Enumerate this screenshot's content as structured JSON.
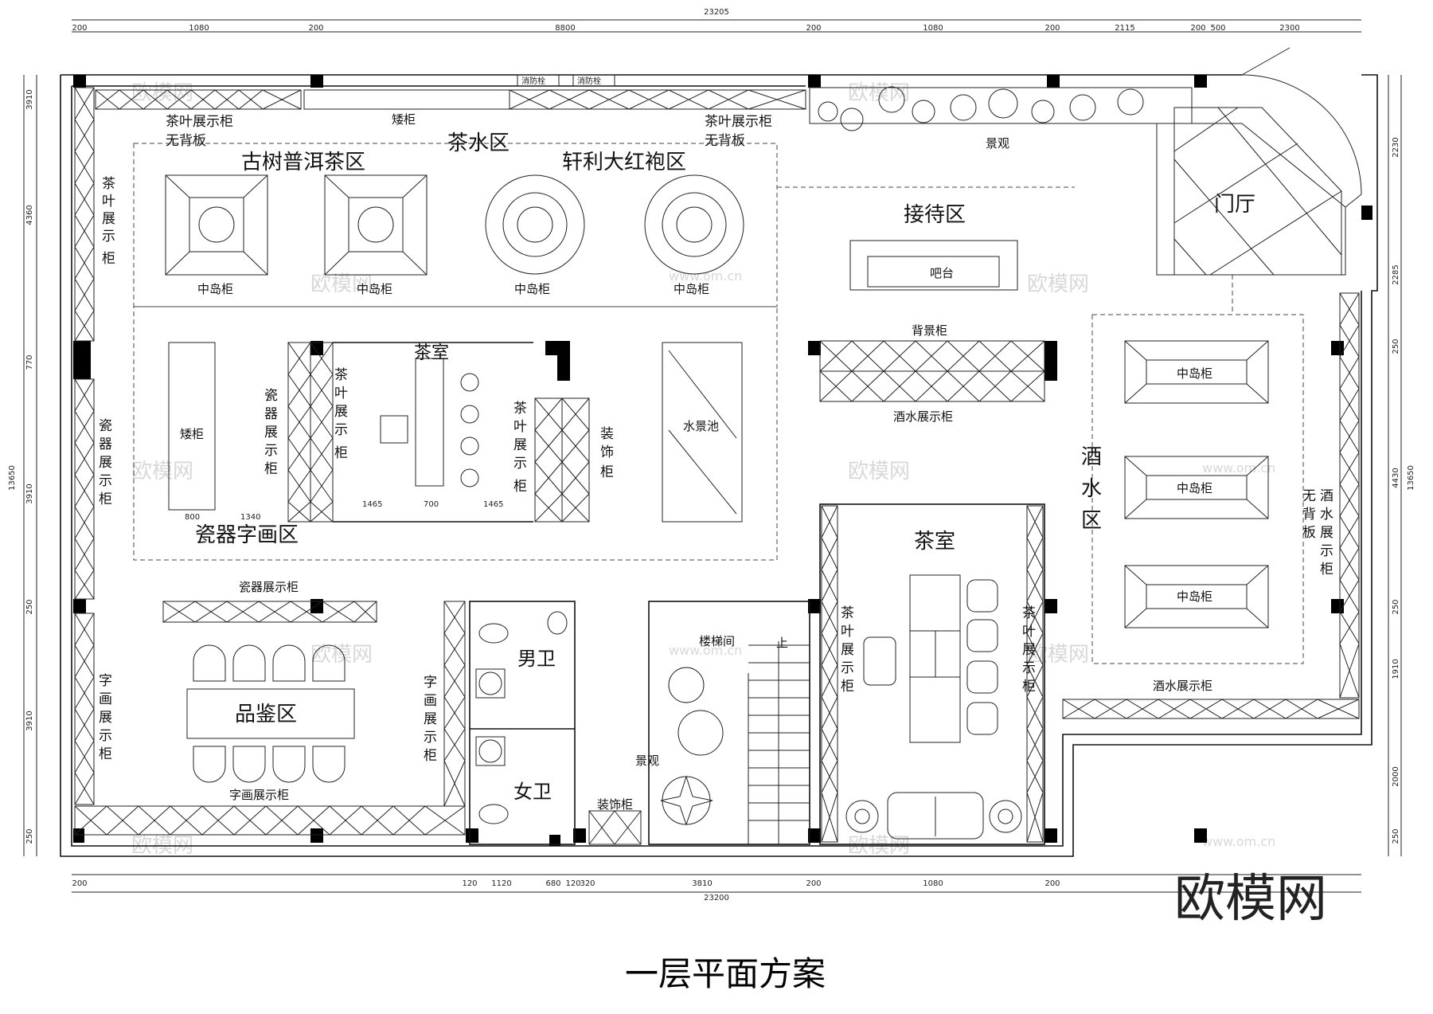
{
  "title": "一层平面方案",
  "logo": "欧模网",
  "watermark": "欧模网",
  "watermark_url": "www.om.cn",
  "dimensions": {
    "top_total": "23205",
    "top": [
      "200",
      "1080",
      "200",
      "8800",
      "200",
      "1080",
      "200",
      "2115",
      "200",
      "500",
      "2300"
    ],
    "bottom_total": "23200",
    "bottom": [
      "200",
      "120",
      "1120",
      "680",
      "120",
      "320",
      "3810",
      "200",
      "1080",
      "200"
    ],
    "left_total": "13650",
    "left": [
      "3910",
      "4360",
      "770",
      "3910",
      "250",
      "3910",
      "250"
    ],
    "right_total": "13650",
    "right": [
      "2230",
      "2285",
      "250",
      "4430",
      "250",
      "1910",
      "2000",
      "250"
    ]
  },
  "zones": {
    "tea_water": "茶水区",
    "gushu": "古树普洱茶区",
    "xuanli": "轩利大红袍区",
    "reception": "接待区",
    "lobby": "门厅",
    "porcelain_art": "瓷器字画区",
    "tasting": "品鉴区",
    "wine": [
      "酒",
      "水",
      "区"
    ],
    "tea_room_1": "茶室",
    "tea_room_2": "茶室",
    "men": "男卫",
    "women": "女卫"
  },
  "labels": {
    "tea_cabinet_nb_left": [
      "茶叶展示柜",
      "无背板"
    ],
    "low_cabinet_top": "矮柜",
    "tea_cabinet_nb_right": [
      "茶叶展示柜",
      "无背板"
    ],
    "fire_hydrant": [
      "消防栓",
      "消防栓"
    ],
    "landscape_top": "景观",
    "island": [
      "中岛柜",
      "中岛柜",
      "中岛柜",
      "中岛柜"
    ],
    "bar": "吧台",
    "bg_cabinet": "背景柜",
    "wine_cabinet_mid": "酒水展示柜",
    "left_tea_cabinet": [
      "茶",
      "叶",
      "展",
      "示",
      "柜"
    ],
    "left_porcelain_cabinet": [
      "瓷",
      "器",
      "展",
      "示",
      "柜"
    ],
    "left_painting_cabinet": [
      "字",
      "画",
      "展",
      "示",
      "柜"
    ],
    "low_cabinet_mid": "矮柜",
    "porcelain_vertical": [
      "瓷",
      "器",
      "展",
      "示",
      "柜"
    ],
    "tea_room1_left": [
      "茶",
      "叶",
      "展",
      "示",
      "柜"
    ],
    "tea_room1_right": [
      "茶",
      "叶",
      "展",
      "示",
      "柜"
    ],
    "decor_vertical": [
      "装",
      "饰",
      "柜"
    ],
    "water_pool": "水景池",
    "porcelain_cabinet_h": "瓷器展示柜",
    "painting_cabinet_bottom": "字画展示柜",
    "painting_vertical": [
      "字",
      "画",
      "展",
      "示",
      "柜"
    ],
    "stair_room": "楼梯间",
    "stair_up": "上",
    "landscape_stair": "景观",
    "decor_cabinet": "装饰柜",
    "tea_room2_left": [
      "茶",
      "叶",
      "展",
      "示",
      "柜"
    ],
    "tea_room2_right": [
      "茶",
      "叶",
      "展",
      "示",
      "柜"
    ],
    "wine_islands": [
      "中岛柜",
      "中岛柜",
      "中岛柜"
    ],
    "wine_cabinet_nb_a": [
      "无",
      "背",
      "板"
    ],
    "wine_cabinet_nb_b": [
      "酒",
      "水",
      "展",
      "示",
      "柜"
    ],
    "wine_cabinet_bottom": "酒水展示柜",
    "small_dims": [
      "800",
      "1340",
      "1465",
      "700",
      "1465"
    ]
  }
}
